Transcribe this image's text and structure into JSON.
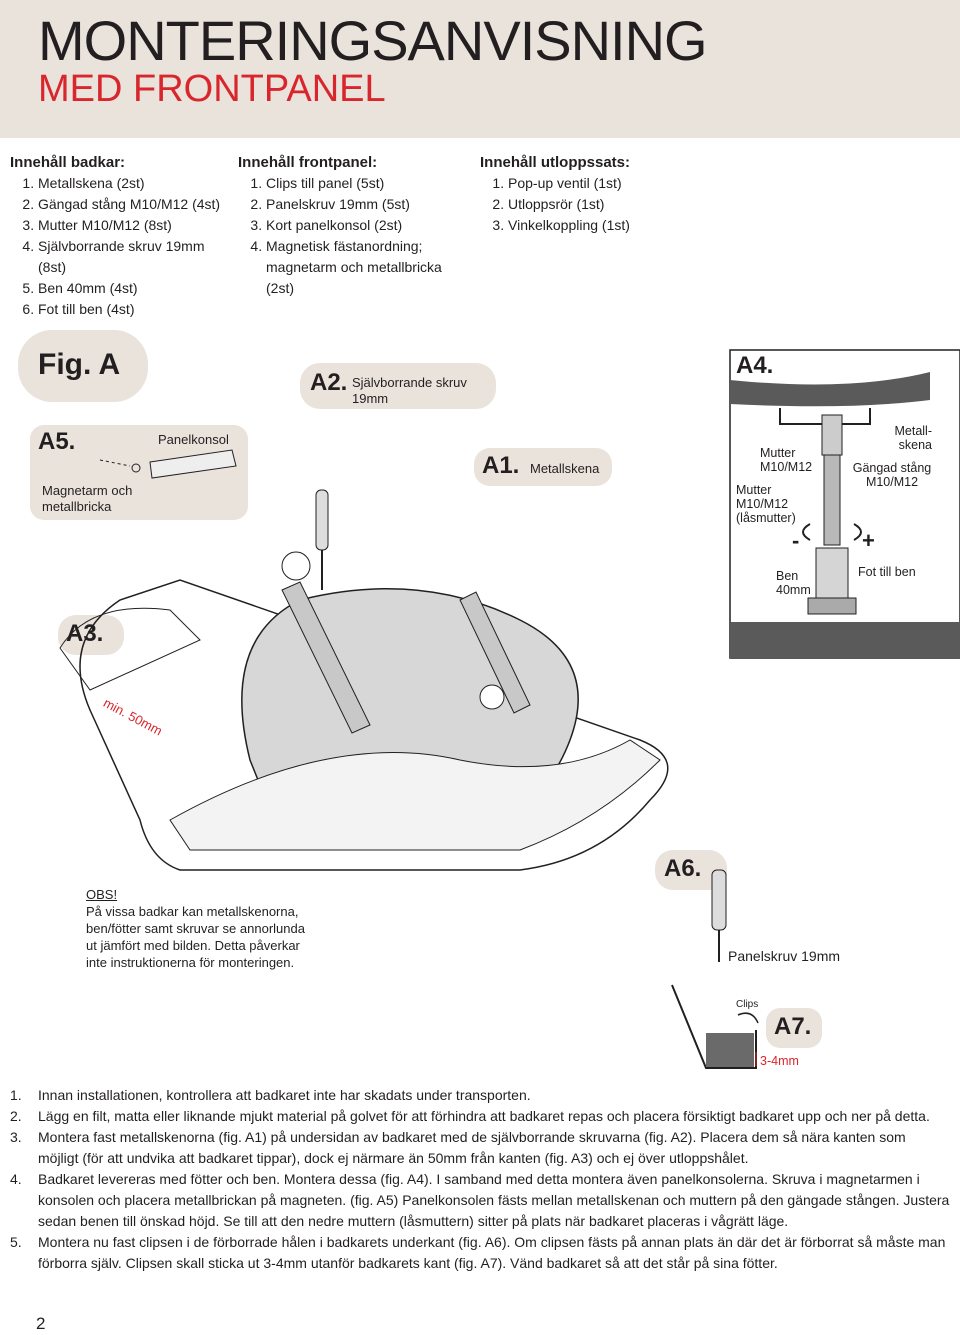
{
  "header": {
    "title": "MONTERINGSANVISNING",
    "subtitle": "MED FRONTPANEL"
  },
  "contents": [
    {
      "heading": "Innehåll badkar:",
      "items": [
        "Metallskena (2st)",
        "Gängad stång M10/M12 (4st)",
        "Mutter M10/M12 (8st)",
        "Självborrande skruv 19mm (8st)",
        "Ben 40mm (4st)",
        "Fot till ben (4st)"
      ]
    },
    {
      "heading": "Innehåll frontpanel:",
      "items": [
        "Clips till panel (5st)",
        "Panelskruv 19mm (5st)",
        "Kort panelkonsol (2st)",
        "Magnetisk fästanordning; magnetarm och metallbricka (2st)"
      ]
    },
    {
      "heading": "Innehåll utloppssats:",
      "items": [
        "Pop-up ventil (1st)",
        "Utloppsrör (1st)",
        "Vinkelkoppling (1st)"
      ]
    }
  ],
  "figure": {
    "fig_title": "Fig. A",
    "a1": {
      "id": "A1.",
      "text": "Metallskena"
    },
    "a2": {
      "id": "A2.",
      "text": "Självborrande skruv 19mm"
    },
    "a3": {
      "id": "A3.",
      "min_label": "min. 50mm"
    },
    "a4": {
      "id": "A4.",
      "mutter1": "Mutter M10/M12",
      "mutter2": "Mutter M10/M12 (låsmutter)",
      "metallskena": "Metall-skena",
      "gangad": "Gängad stång M10/M12",
      "ben": "Ben 40mm",
      "fot": "Fot till ben",
      "minus": "-",
      "plus": "+"
    },
    "a5": {
      "id": "A5.",
      "panelkonsol": "Panelkonsol",
      "magnet": "Magnetarm och metallbricka"
    },
    "a6": {
      "id": "A6.",
      "text": "Panelskruv 19mm"
    },
    "a7": {
      "id": "A7.",
      "clips": "Clips",
      "measure": "3-4mm"
    },
    "obs": {
      "title": "OBS!",
      "text": "På vissa badkar kan metallskenorna, ben/fötter samt skruvar se annorlunda ut jämfört med bilden. Detta påverkar inte instruktionerna för monteringen."
    }
  },
  "instructions": [
    {
      "num": "1.",
      "text": "Innan installationen, kontrollera att badkaret inte har skadats under transporten."
    },
    {
      "num": "2.",
      "text": "Lägg en filt, matta eller liknande mjukt material på golvet för att förhindra att badkaret repas och placera försiktigt badkaret upp och ner på detta."
    },
    {
      "num": "3.",
      "text": "Montera fast metallskenorna (fig. A1) på undersidan av badkaret med de självborrande skruvarna (fig. A2). Placera dem så nära kanten som möjligt (för att undvika att badkaret tippar), dock ej närmare än 50mm från kanten (fig. A3) och ej över utloppshålet."
    },
    {
      "num": "4.",
      "text": "Badkaret levereras med fötter och ben. Montera dessa (fig. A4). I samband med detta montera även panelkonsolerna. Skruva i magnetarmen i konsolen och placera metallbrickan på magneten. (fig. A5) Panelkonsolen fästs mellan metallskenan och muttern på den gängade stången. Justera sedan benen till önskad höjd. Se till att den nedre muttern (låsmuttern) sitter på plats när badkaret placeras i vågrätt läge."
    },
    {
      "num": "5.",
      "text": "Montera nu fast clipsen i de förborrade hålen i badkarets underkant (fig. A6). Om clipsen fästs på annan plats än där det är förborrat så måste man förborra själv. Clipsen skall sticka ut 3-4mm utanför badkarets kant (fig. A7). Vänd badkaret så att det står på sina fötter."
    }
  ],
  "page_number": "2",
  "colors": {
    "accent": "#d9262c",
    "header_bg": "#e9e3dc",
    "text": "#231f20"
  }
}
